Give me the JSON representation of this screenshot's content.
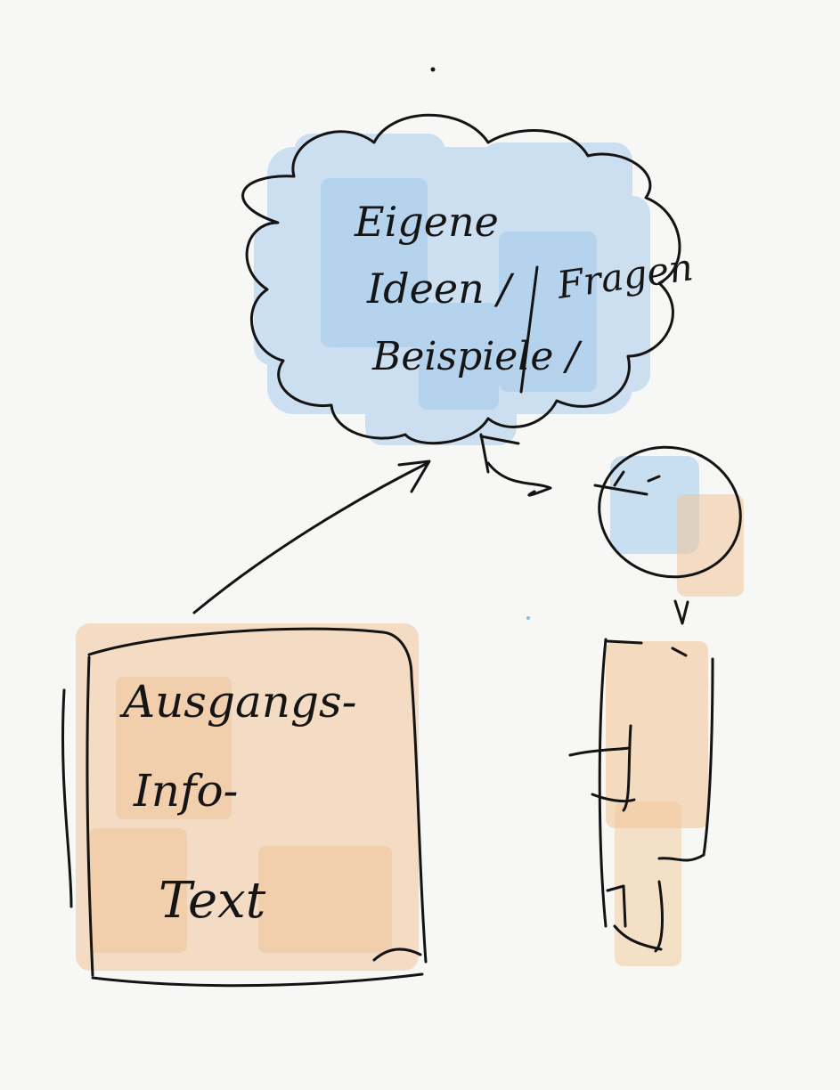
{
  "colors": {
    "background": "#f7f7f5",
    "ink": "#141414",
    "blue_wash": "#a9cdee",
    "orange_wash": "#f2c79a"
  },
  "cloud": {
    "line1": "Eigene",
    "line2": "Ideen /",
    "line3": "Beispiele /",
    "side": "Fragen"
  },
  "source_box": {
    "line1": "Ausgangs-",
    "line2": "Info-",
    "line3": "Text"
  }
}
